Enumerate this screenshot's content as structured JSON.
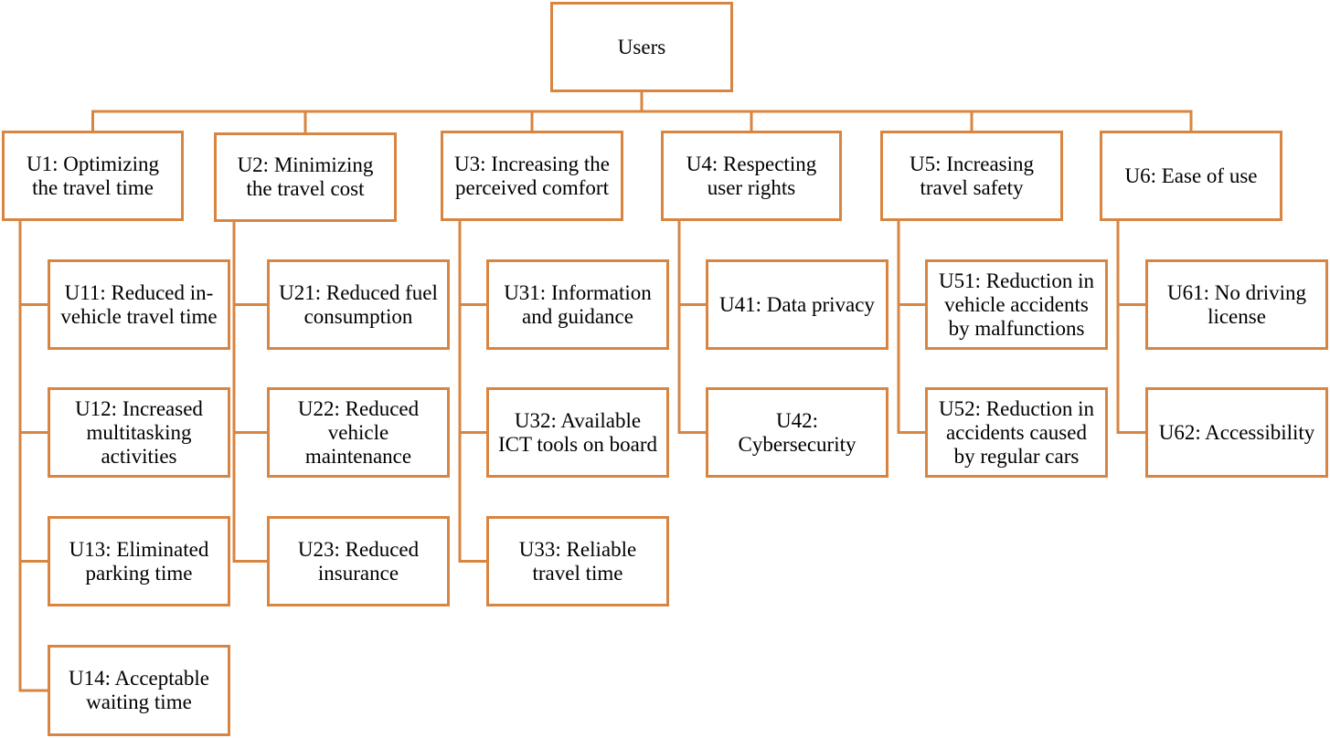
{
  "diagram": {
    "root": {
      "label": "Users"
    },
    "categories": [
      {
        "id": "U1",
        "label": "U1: Optimizing\nthe travel time",
        "items": [
          {
            "id": "U11",
            "label": "U11: Reduced in-\nvehicle travel time"
          },
          {
            "id": "U12",
            "label": "U12: Increased\nmultitasking\nactivities"
          },
          {
            "id": "U13",
            "label": "U13: Eliminated\nparking time"
          },
          {
            "id": "U14",
            "label": "U14: Acceptable\nwaiting time"
          }
        ]
      },
      {
        "id": "U2",
        "label": "U2: Minimizing\nthe travel cost",
        "items": [
          {
            "id": "U21",
            "label": "U21: Reduced fuel\nconsumption"
          },
          {
            "id": "U22",
            "label": "U22: Reduced\nvehicle\nmaintenance"
          },
          {
            "id": "U23",
            "label": "U23: Reduced\ninsurance"
          }
        ]
      },
      {
        "id": "U3",
        "label": "U3: Increasing the\nperceived comfort",
        "items": [
          {
            "id": "U31",
            "label": "U31: Information\nand guidance"
          },
          {
            "id": "U32",
            "label": "U32: Available\nICT tools on board"
          },
          {
            "id": "U33",
            "label": "U33: Reliable\ntravel time"
          }
        ]
      },
      {
        "id": "U4",
        "label": "U4: Respecting\nuser rights",
        "items": [
          {
            "id": "U41",
            "label": "U41: Data privacy"
          },
          {
            "id": "U42",
            "label": "U42:\nCybersecurity"
          }
        ]
      },
      {
        "id": "U5",
        "label": "U5: Increasing\ntravel safety",
        "items": [
          {
            "id": "U51",
            "label": "U51: Reduction in\nvehicle accidents\nby malfunctions"
          },
          {
            "id": "U52",
            "label": "U52: Reduction in\naccidents caused\nby regular cars"
          }
        ]
      },
      {
        "id": "U6",
        "label": "U6: Ease of use",
        "items": [
          {
            "id": "U61",
            "label": "U61: No driving\nlicense"
          },
          {
            "id": "U62",
            "label": "U62: Accessibility"
          }
        ]
      }
    ],
    "colors": {
      "border": "#d98542",
      "text": "#000000",
      "background": "#ffffff"
    }
  }
}
